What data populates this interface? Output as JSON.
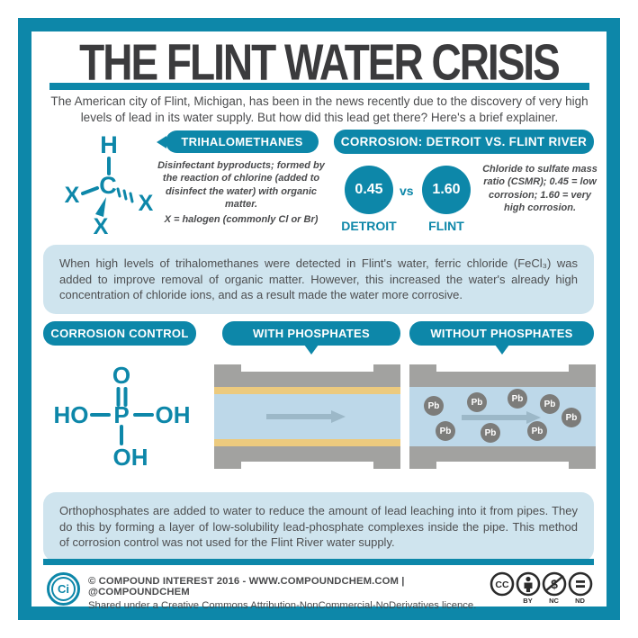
{
  "page": {
    "title": "THE FLINT WATER CRISIS",
    "intro": "The American city of Flint, Michigan, has been in the news recently due to the discovery of very high levels of lead in its water supply. But how did this lead get there? Here's a brief explainer."
  },
  "colors": {
    "teal": "#0d87a9",
    "title_dark": "#3b3b3d",
    "callout_blue": "#cfe4ee",
    "pipe_gray": "#a2a2a0",
    "water_blue": "#bdd8e9",
    "phosphate_yellow": "#ecca7e",
    "lead_gray": "#7c7c7a"
  },
  "trihalomethanes": {
    "banner": "TRIHALOMETHANES",
    "atoms": {
      "top": "H",
      "center": "C",
      "left": "X",
      "right": "X",
      "bottom": "X"
    },
    "description": "Disinfectant byproducts; formed by the reaction of chlorine (added to disinfect the water) with organic matter.",
    "note": "X = halogen (commonly Cl or Br)"
  },
  "corrosion_comparison": {
    "banner": "CORROSION: DETROIT VS. FLINT RIVER",
    "detroit_value": "0.45",
    "detroit_label": "DETROIT",
    "vs": "vs",
    "flint_value": "1.60",
    "flint_label": "FLINT",
    "description": "Chloride to sulfate mass ratio (CSMR); 0.45 = low corrosion; 1.60 = very high corrosion."
  },
  "callout_1": "When high levels of trihalomethanes were detected in Flint's water, ferric chloride (FeCl₃) was added to improve removal of organic matter. However, this increased the water's already high concentration of chloride ions, and as a result made the water more corrosive.",
  "corrosion_control": {
    "banner": "CORROSION CONTROL",
    "with_banner": "WITH PHOSPHATES",
    "without_banner": "WITHOUT PHOSPHATES",
    "molecule": {
      "top": "O",
      "left": "HO",
      "center": "P",
      "right": "OH",
      "bottom": "OH"
    },
    "pb_label": "Pb"
  },
  "callout_2": "Orthophosphates are added to water to reduce the amount of lead leaching into it from pipes. They do this by forming a layer of low-solubility lead-phosphate complexes inside the pipe. This method of corrosion control was not used for the Flint River water supply.",
  "footer": {
    "logo": "Ci",
    "line1": "© COMPOUND INTEREST 2016 - WWW.COMPOUNDCHEM.COM | @COMPOUNDCHEM",
    "line2": "Shared under a Creative Commons Attribution-NonCommercial-NoDerivatives licence.",
    "cc": "CC",
    "by": "BY",
    "nc": "NC",
    "nd": "ND"
  }
}
